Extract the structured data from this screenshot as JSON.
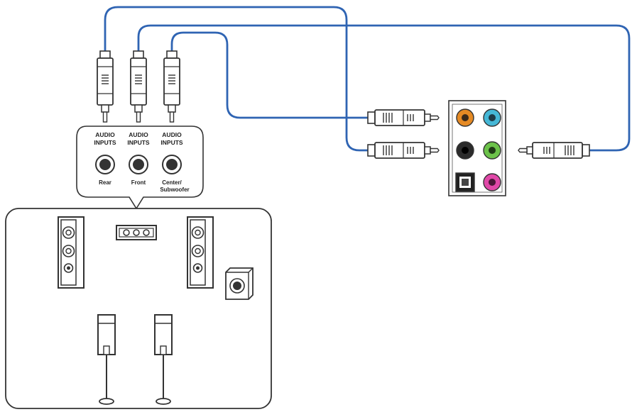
{
  "inputs": [
    {
      "title_line1": "AUDIO",
      "title_line2": "INPUTS",
      "name_line1": "Rear",
      "name_line2": ""
    },
    {
      "title_line1": "AUDIO",
      "title_line2": "INPUTS",
      "name_line1": "Front",
      "name_line2": ""
    },
    {
      "title_line1": "AUDIO",
      "title_line2": "INPUTS",
      "name_line1": "Center/",
      "name_line2": "Subwoofer"
    }
  ],
  "io_panel": {
    "jacks": [
      {
        "name": "orange-jack",
        "color": "#e58a24"
      },
      {
        "name": "blue-jack",
        "color": "#45b7d6"
      },
      {
        "name": "black-jack",
        "color": "#2b2b2b"
      },
      {
        "name": "green-jack",
        "color": "#6cc24a"
      },
      {
        "name": "optical-spdif-port",
        "color": "#222222"
      },
      {
        "name": "pink-jack",
        "color": "#e048a8"
      }
    ]
  },
  "colors": {
    "cable": "#2f64b3",
    "outline": "#333333"
  },
  "icons": [
    "floor-speaker-icon",
    "subwoofer-icon",
    "satellite-speaker-icon",
    "audio-plug-icon",
    "speaker-connector-icon"
  ]
}
